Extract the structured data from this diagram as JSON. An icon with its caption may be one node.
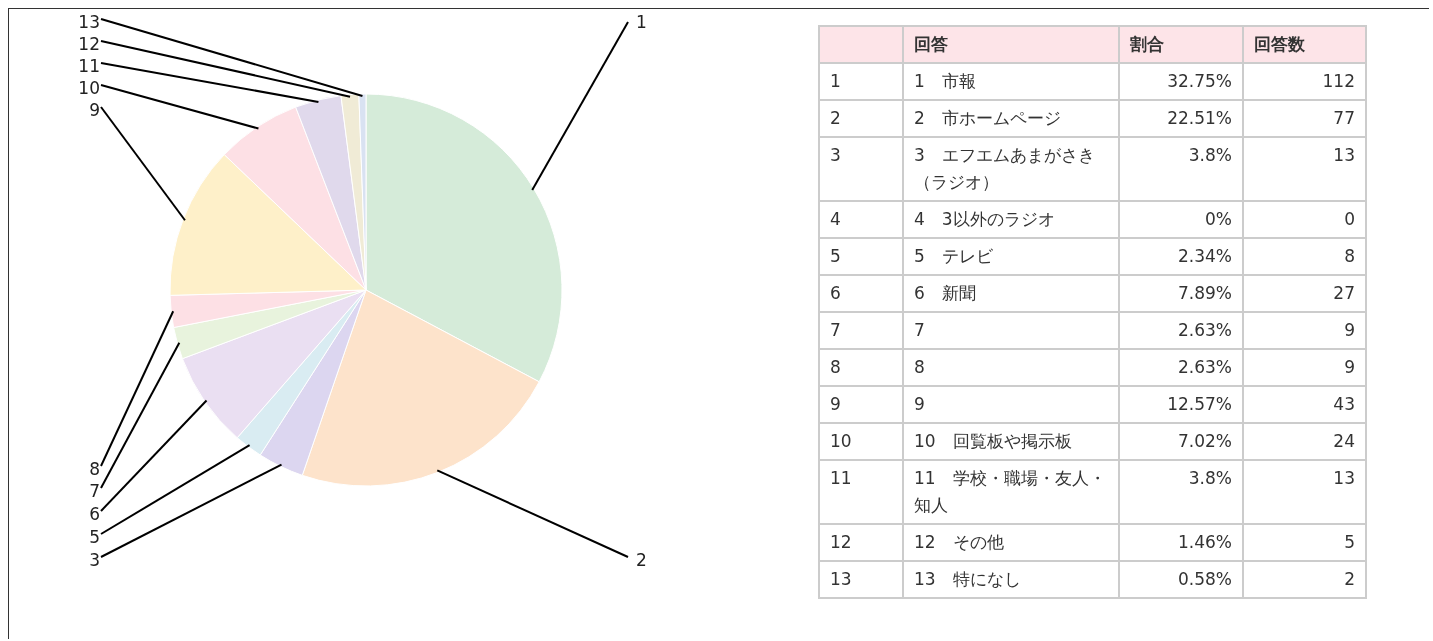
{
  "diagram": {
    "labels": [
      "回答",
      "割合",
      "回答数",
      "1",
      "1　市報",
      "32.75%",
      "112",
      "2",
      "2　市ホームページ",
      "22.51%",
      "77",
      "3",
      "3　エフエムあまがさき（ラジオ）",
      "3.8%",
      "13",
      "4",
      "4　3以外のラジオ",
      "0%",
      "0",
      "5",
      "5　テレビ",
      "2.34%",
      "8",
      "6",
      "6　新聞",
      "7.89%",
      "27",
      "7",
      "7",
      "2.63%",
      "9",
      "8",
      "8",
      "2.63%",
      "9",
      "9",
      "9",
      "12.57%",
      "43",
      "10",
      "10　回覧板や掲示板",
      "7.02%",
      "24",
      "11",
      "11　学校・職場・友人・知人",
      "3.8%",
      "13",
      "12",
      "12　その他",
      "1.46%",
      "5",
      "13",
      "13　特になし",
      "0.58%",
      "2"
    ],
    "chart_data": {
      "type": "pie",
      "categories": [
        "1",
        "2",
        "3",
        null,
        "5",
        "6",
        "7",
        "8",
        "9",
        "10",
        "11",
        "12",
        "13"
      ],
      "series": [
        {
          "values": [
            32.75,
            22.51,
            3.8,
            0,
            2.34,
            7.89,
            2.63,
            2.63,
            12.57,
            7.02,
            3.8,
            1.46,
            0.58
          ]
        }
      ]
    }
  }
}
